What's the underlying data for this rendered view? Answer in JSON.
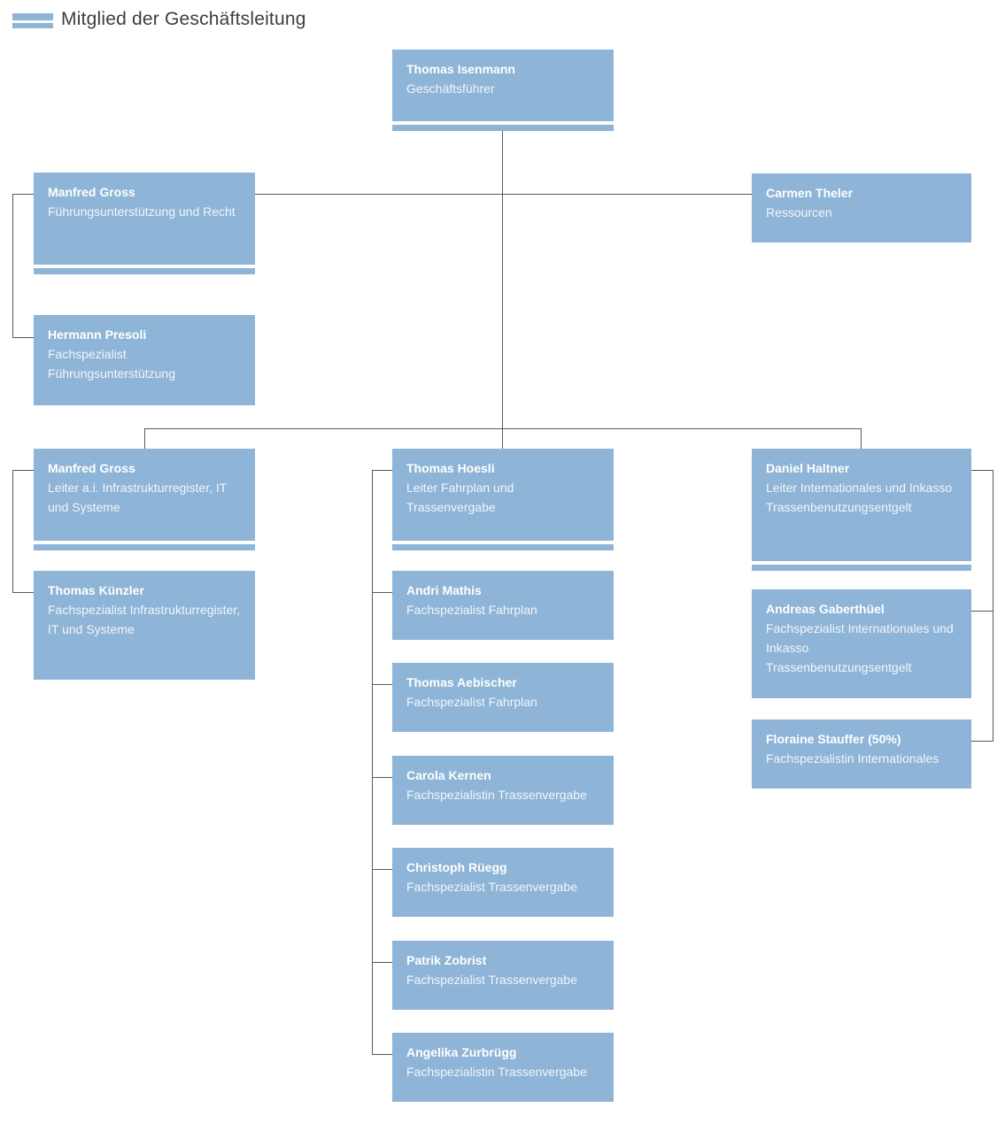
{
  "legend": {
    "label": "Mitglied der Geschäftsleitung"
  },
  "colors": {
    "box": "#8EB4D7",
    "line": "#595959",
    "name_text": "#ffffff",
    "role_text": "#f2f6fa",
    "heading_text": "#3d3d3d"
  },
  "nodes": [
    {
      "name": "Thomas Isenmann",
      "role": "Geschäftsführer",
      "member": true
    },
    {
      "name": "Manfred Gross",
      "role": "Führungsunterstützung und Recht",
      "member": true
    },
    {
      "name": "Carmen Theler",
      "role": "Ressourcen",
      "member": false
    },
    {
      "name": "Hermann Presoli",
      "role": "Fachspezialist Führungsunterstützung",
      "member": false
    },
    {
      "name": "Manfred Gross",
      "role": "Leiter a.i. Infrastrukturregister, IT und Systeme",
      "member": true
    },
    {
      "name": "Thomas Künzler",
      "role": "Fachspezialist Infrastrukturregister, IT und Systeme",
      "member": false
    },
    {
      "name": "Thomas Hoesli",
      "role": "Leiter Fahrplan und Trassenvergabe",
      "member": true
    },
    {
      "name": "Andri Mathis",
      "role": "Fachspezialist Fahrplan",
      "member": false
    },
    {
      "name": "Thomas Aebischer",
      "role": "Fachspezialist Fahrplan",
      "member": false
    },
    {
      "name": "Carola Kernen",
      "role": "Fachspezialistin Trassenvergabe",
      "member": false
    },
    {
      "name": "Christoph Rüegg",
      "role": "Fachspezialist Trassenvergabe",
      "member": false
    },
    {
      "name": "Patrik Zobrist",
      "role": "Fachspezialist Trassenvergabe",
      "member": false
    },
    {
      "name": "Angelika Zurbrügg",
      "role": "Fachspezialistin Trassenvergabe",
      "member": false
    },
    {
      "name": "Daniel Haltner",
      "role": "Leiter Internationales und Inkasso Trassenbenutzungsentgelt",
      "member": true
    },
    {
      "name": "Andreas Gaberthüel",
      "role": "Fachspezialist Internationales und Inkasso Trassenbenutzungsentgelt",
      "member": false
    },
    {
      "name": "Floraine Stauffer (50%)",
      "role": "Fachspezialistin Internationales",
      "member": false
    }
  ]
}
